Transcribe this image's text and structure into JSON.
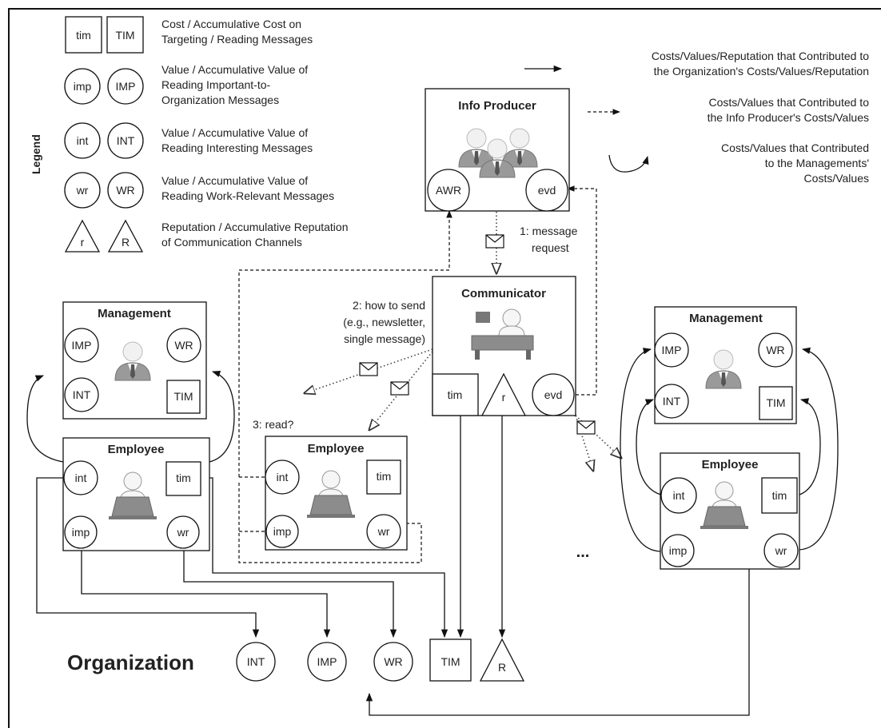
{
  "legend": {
    "heading": "Legend",
    "rows": [
      {
        "small": "tim",
        "big": "TIM",
        "lines": [
          "Cost / Accumulative Cost on",
          "Targeting / Reading Messages"
        ]
      },
      {
        "small": "imp",
        "big": "IMP",
        "lines": [
          "Value / Accumulative Value of",
          "Reading Important-to-",
          "Organization Messages"
        ]
      },
      {
        "small": "int",
        "big": "INT",
        "lines": [
          "Value / Accumulative Value of",
          "Reading Interesting Messages"
        ]
      },
      {
        "small": "wr",
        "big": "WR",
        "lines": [
          "Value / Accumulative Value of",
          "Reading Work-Relevant Messages"
        ]
      },
      {
        "small": "r",
        "big": "R",
        "lines": [
          "Reputation / Accumulative Reputation",
          "of Communication Channels"
        ]
      }
    ],
    "arrows": [
      {
        "style": "solid",
        "lines": [
          "Costs/Values/Reputation that Contributed to",
          "the Organization's Costs/Values/Reputation"
        ]
      },
      {
        "style": "dashed",
        "lines": [
          "Costs/Values that Contributed to",
          "the Info Producer's Costs/Values"
        ]
      },
      {
        "style": "curved",
        "lines": [
          "Costs/Values that Contributed",
          "to the Managements'",
          "Costs/Values"
        ]
      }
    ]
  },
  "info_producer": {
    "title": "Info Producer",
    "left": "AWR",
    "right": "evd"
  },
  "communicator": {
    "title": "Communicator",
    "tim": "tim",
    "r": "r",
    "evd": "evd"
  },
  "steps": {
    "s1": [
      "1: message",
      "request"
    ],
    "s2": [
      "2: how to send",
      "(e.g., newsletter,",
      "single message)"
    ],
    "s3": "3: read?"
  },
  "management_left": {
    "title": "Management",
    "tl": "IMP",
    "tr": "WR",
    "bl": "INT",
    "br": "TIM"
  },
  "management_right": {
    "title": "Management",
    "tl": "IMP",
    "tr": "WR",
    "bl": "INT",
    "br": "TIM"
  },
  "employee_left": {
    "title": "Employee",
    "tl": "int",
    "tr": "tim",
    "bl": "imp",
    "br": "wr"
  },
  "employee_mid": {
    "title": "Employee",
    "tl": "int",
    "tr": "tim",
    "bl": "imp",
    "br": "wr"
  },
  "employee_right": {
    "title": "Employee",
    "tl": "int",
    "tr": "tim",
    "bl": "imp",
    "br": "wr"
  },
  "ellipsis": "...",
  "organization": {
    "label": "Organization",
    "int": "INT",
    "imp": "IMP",
    "wr": "WR",
    "tim": "TIM",
    "r": "R"
  }
}
